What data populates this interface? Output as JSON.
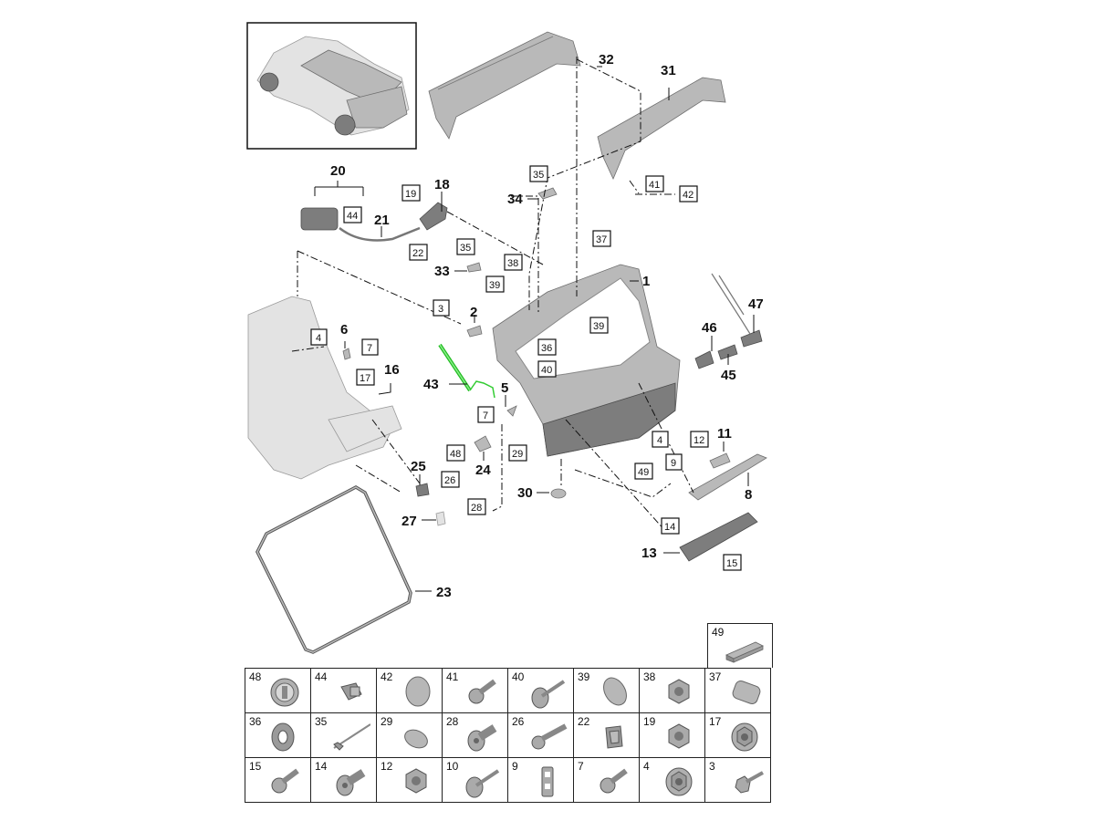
{
  "title": "Rear lid / tailgate exploded parts diagram",
  "colors": {
    "line": "#111111",
    "part_gray": "#b9b9b9",
    "strut_green": "#33cc33"
  },
  "callouts_bold": {
    "c1": "1",
    "c2": "2",
    "c5": "5",
    "c6": "6",
    "c8": "8",
    "c11": "11",
    "c13": "13",
    "c16": "16",
    "c18": "18",
    "c20": "20",
    "c21": "21",
    "c23": "23",
    "c24": "24",
    "c25": "25",
    "c27": "27",
    "c30": "30",
    "c31": "31",
    "c32": "32",
    "c33": "33",
    "c34": "34",
    "c43": "43",
    "c45": "45",
    "c46": "46",
    "c47": "47"
  },
  "callouts_boxed": {
    "b3": "3",
    "b4a": "4",
    "b4b": "4",
    "b7a": "7",
    "b7b": "7",
    "b9": "9",
    "b12": "12",
    "b14": "14",
    "b15": "15",
    "b17": "17",
    "b19": "19",
    "b22": "22",
    "b26": "26",
    "b28": "28",
    "b29": "29",
    "b35a": "35",
    "b35b": "35",
    "b36": "36",
    "b37": "37",
    "b38": "38",
    "b39a": "39",
    "b39b": "39",
    "b40": "40",
    "b41": "41",
    "b42": "42",
    "b44": "44",
    "b48": "48",
    "b49": "49"
  },
  "parts_grid": {
    "extra": {
      "num": "49",
      "icon": "trim-strip-icon"
    },
    "rows": [
      [
        {
          "num": "48",
          "icon": "grommet-icon"
        },
        {
          "num": "44",
          "icon": "connector-icon"
        },
        {
          "num": "42",
          "icon": "cap-round-icon"
        },
        {
          "num": "41",
          "icon": "screw-icon"
        },
        {
          "num": "40",
          "icon": "pin-flat-icon"
        },
        {
          "num": "39",
          "icon": "cap-oval-icon"
        },
        {
          "num": "38",
          "icon": "hex-nut-icon"
        },
        {
          "num": "37",
          "icon": "cap-rect-icon"
        }
      ],
      [
        {
          "num": "36",
          "icon": "washer-icon"
        },
        {
          "num": "35",
          "icon": "rivet-icon"
        },
        {
          "num": "29",
          "icon": "cap-oval-small-icon"
        },
        {
          "num": "28",
          "icon": "spacer-bolt-icon"
        },
        {
          "num": "26",
          "icon": "screw-long-icon"
        },
        {
          "num": "22",
          "icon": "clip-icon"
        },
        {
          "num": "19",
          "icon": "hex-nut-icon"
        },
        {
          "num": "17",
          "icon": "flange-nut-icon"
        }
      ],
      [
        {
          "num": "15",
          "icon": "screw-icon"
        },
        {
          "num": "14",
          "icon": "spacer-bolt-icon"
        },
        {
          "num": "12",
          "icon": "hex-nut-icon"
        },
        {
          "num": "10",
          "icon": "pin-flat-icon"
        },
        {
          "num": "9",
          "icon": "bracket-plate-icon"
        },
        {
          "num": "7",
          "icon": "screw-icon"
        },
        {
          "num": "4",
          "icon": "flange-nut-icon"
        },
        {
          "num": "3",
          "icon": "hex-bolt-icon"
        }
      ]
    ]
  }
}
